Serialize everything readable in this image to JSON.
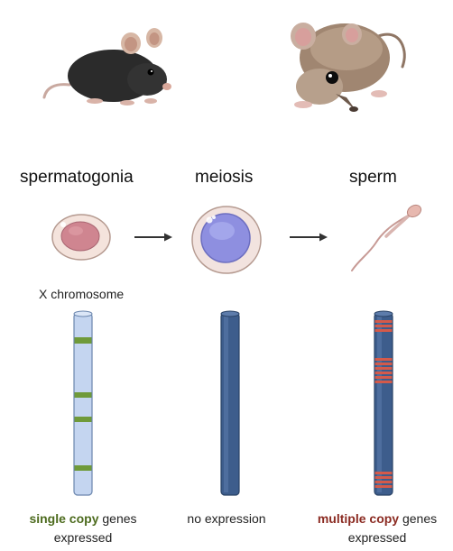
{
  "stages": {
    "spermatogonia": "spermatogonia",
    "meiosis": "meiosis",
    "sperm": "sperm"
  },
  "chromosome_label": "X chromosome",
  "captions": {
    "left_highlight": "single copy",
    "left_rest": " genes",
    "left_line2": "expressed",
    "middle": "no expression",
    "right_highlight": "multiple copy",
    "right_rest": " genes",
    "right_line2": "expressed"
  },
  "colors": {
    "single_copy_text": "#4d6b1e",
    "multiple_copy_text": "#8b2b22",
    "light_chromosome": "#c4d5f0",
    "dark_chromosome": "#3d5d8c",
    "green_band": "#6f9a3a",
    "red_band": "#d45a4a"
  },
  "icons": [
    "mouse-icon",
    "shrew-icon",
    "spermatogonium-cell-icon",
    "meiotic-cell-icon",
    "sperm-cell-icon",
    "arrow-icon"
  ]
}
